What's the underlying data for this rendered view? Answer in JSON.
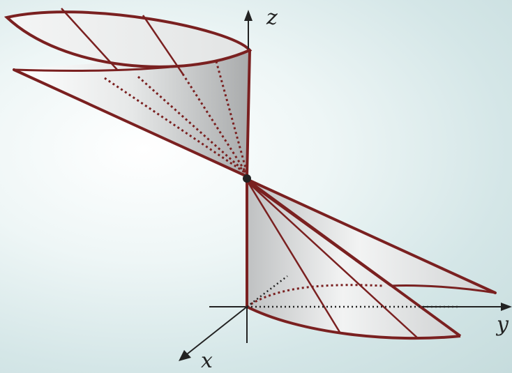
{
  "axes": {
    "x_label": "x",
    "y_label": "y",
    "z_label": "z"
  },
  "colors": {
    "edge": "#7a2020",
    "axis": "#222222",
    "vertex": "#222222"
  },
  "surface": {
    "type": "double cone (two nappes) meeting at origin-line vertex"
  }
}
